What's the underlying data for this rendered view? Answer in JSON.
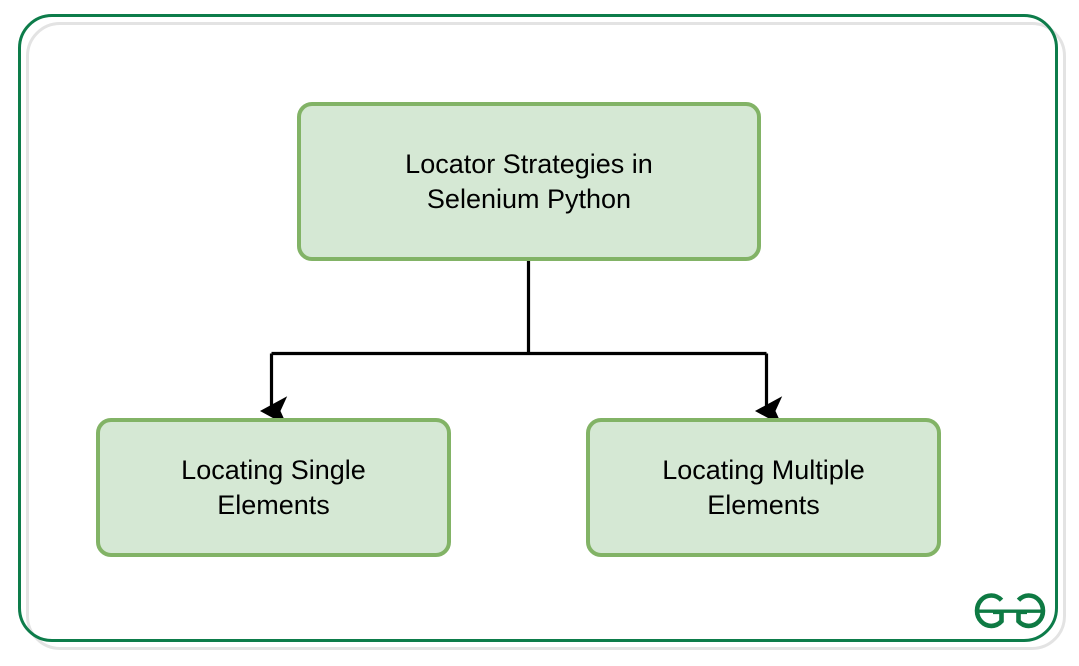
{
  "diagram": {
    "type": "flowchart",
    "orientation": "top-down",
    "root": {
      "id": "locator-strategies",
      "label": "Locator Strategies in\nSelenium Python"
    },
    "children": [
      {
        "id": "locating-single-elements",
        "label": "Locating Single\nElements"
      },
      {
        "id": "locating-multiple-elements",
        "label": "Locating Multiple\nElements"
      }
    ],
    "edges": [
      {
        "from": "locator-strategies",
        "to": "locating-single-elements",
        "arrow": "block"
      },
      {
        "from": "locator-strategies",
        "to": "locating-multiple-elements",
        "arrow": "block"
      }
    ]
  },
  "style": {
    "node_fill": "#d5e8d4",
    "node_border": "#82b366",
    "node_text": "#000000",
    "edge_color": "#000000",
    "frame_border": "#0d7c4a",
    "frame_shadow": "#e3e3e3",
    "background": "#ffffff",
    "logo_color": "#0e7a43"
  },
  "branding": {
    "logo_name": "geeksforgeeks-logo",
    "logo_text": "GG"
  }
}
